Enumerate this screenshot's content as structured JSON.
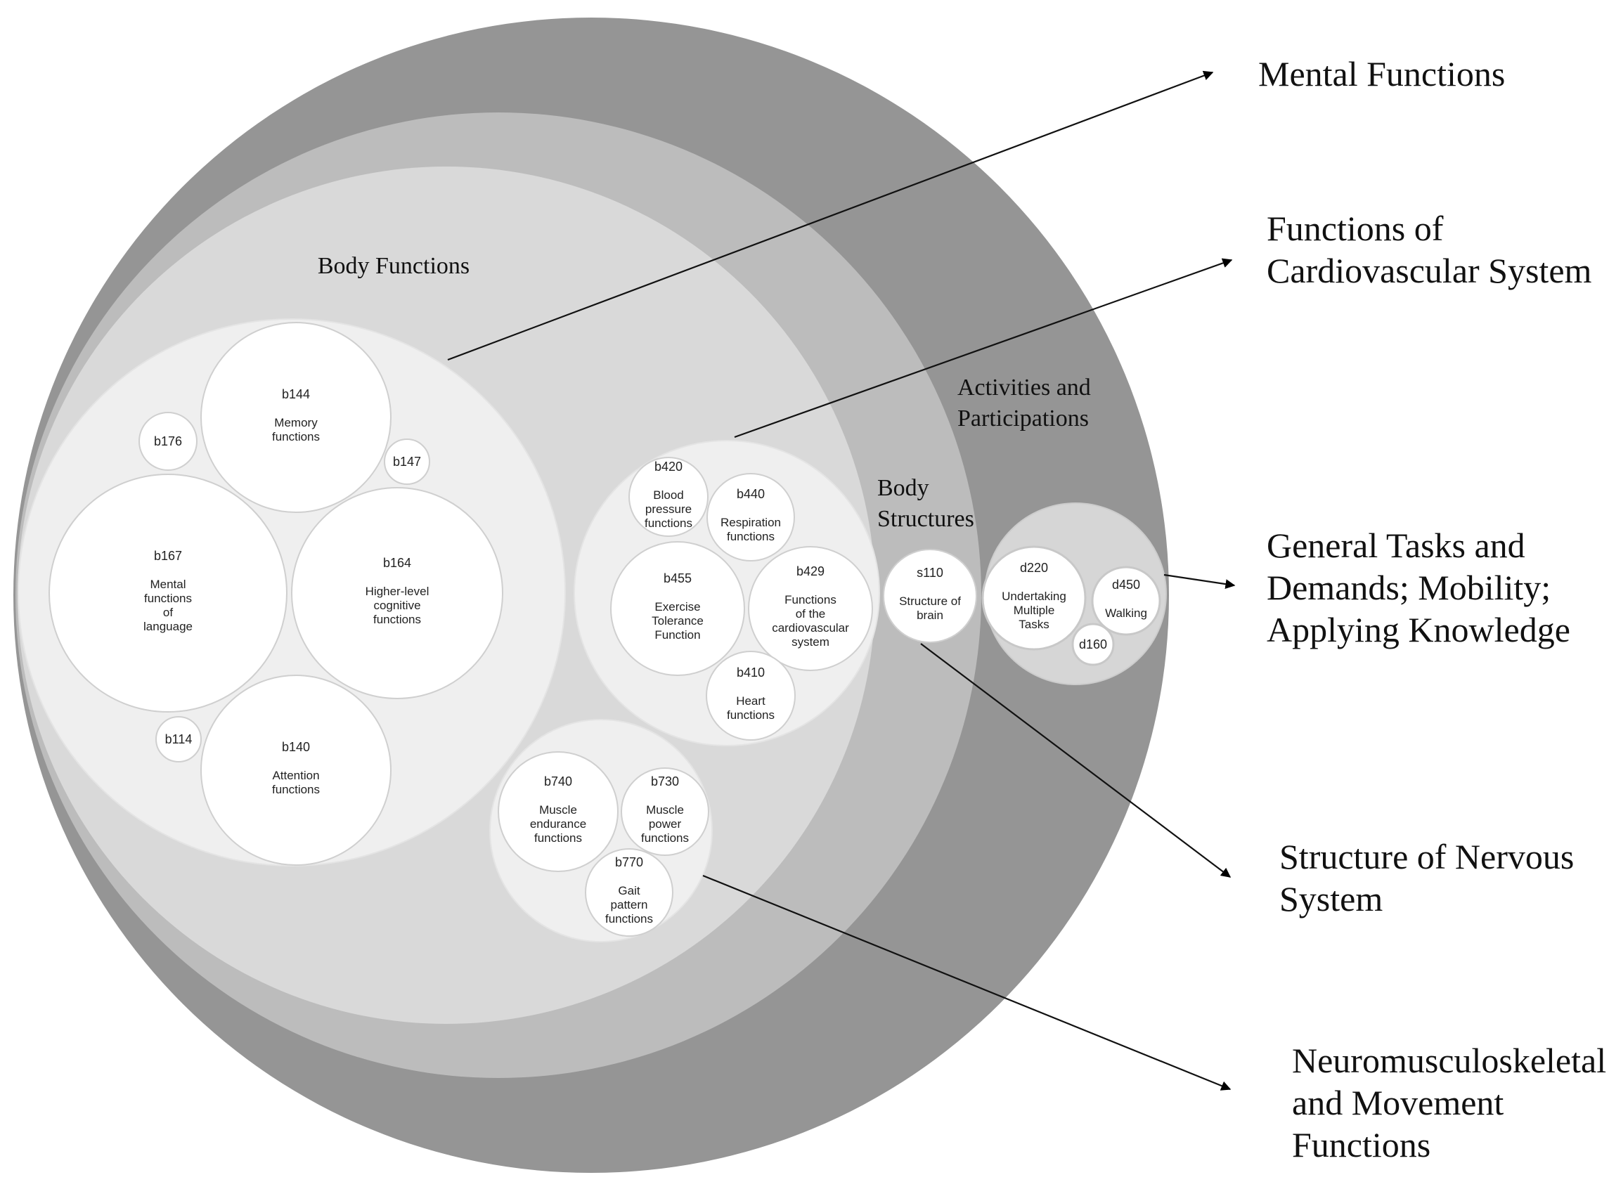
{
  "diagram": {
    "type": "nested-circle-packing",
    "rings": [
      {
        "id": "activities",
        "label": [
          "Activities and",
          "Participations"
        ],
        "color": "#959595"
      },
      {
        "id": "structures",
        "label": [
          "Body",
          "Structures"
        ],
        "color": "#bcbcbc"
      },
      {
        "id": "functions",
        "label": [
          "Body Functions"
        ],
        "color": "#d9d9d9"
      }
    ],
    "clusters": [
      {
        "id": "mental",
        "target_label": [
          "Mental Functions"
        ],
        "items": [
          {
            "code": "b144",
            "desc": [
              "Memory",
              "functions"
            ]
          },
          {
            "code": "b176",
            "desc": []
          },
          {
            "code": "b147",
            "desc": []
          },
          {
            "code": "b167",
            "desc": [
              "Mental",
              "functions",
              "of",
              "language"
            ]
          },
          {
            "code": "b164",
            "desc": [
              "Higher-level",
              "cognitive",
              "functions"
            ]
          },
          {
            "code": "b114",
            "desc": []
          },
          {
            "code": "b140",
            "desc": [
              "Attention",
              "functions"
            ]
          }
        ]
      },
      {
        "id": "cardio",
        "target_label": [
          "Functions of",
          "Cardiovascular System"
        ],
        "items": [
          {
            "code": "b420",
            "desc": [
              "Blood",
              "pressure",
              "functions"
            ]
          },
          {
            "code": "b440",
            "desc": [
              "Respiration",
              "functions"
            ]
          },
          {
            "code": "b455",
            "desc": [
              "Exercise",
              "Tolerance",
              "Function"
            ]
          },
          {
            "code": "b429",
            "desc": [
              "Functions",
              "of the",
              "cardiovascular",
              "system"
            ]
          },
          {
            "code": "b410",
            "desc": [
              "Heart",
              "functions"
            ]
          }
        ]
      },
      {
        "id": "neuro",
        "target_label": [
          "Neuromusculoskeletal",
          "and Movement",
          "Functions"
        ],
        "items": [
          {
            "code": "b740",
            "desc": [
              "Muscle",
              "endurance",
              "functions"
            ]
          },
          {
            "code": "b730",
            "desc": [
              "Muscle",
              "power",
              "functions"
            ]
          },
          {
            "code": "b770",
            "desc": [
              "Gait",
              "pattern",
              "functions"
            ]
          }
        ]
      },
      {
        "id": "nervous",
        "target_label": [
          "Structure of Nervous",
          "System"
        ],
        "items": [
          {
            "code": "s110",
            "desc": [
              "Structure of",
              "brain"
            ]
          }
        ]
      },
      {
        "id": "activities",
        "target_label": [
          "General Tasks and",
          "Demands; Mobility;",
          "Applying Knowledge"
        ],
        "items": [
          {
            "code": "d220",
            "desc": [
              "Undertaking",
              "Multiple",
              "Tasks"
            ]
          },
          {
            "code": "d450",
            "desc": [
              "Walking"
            ]
          },
          {
            "code": "d160",
            "desc": []
          }
        ]
      }
    ]
  }
}
